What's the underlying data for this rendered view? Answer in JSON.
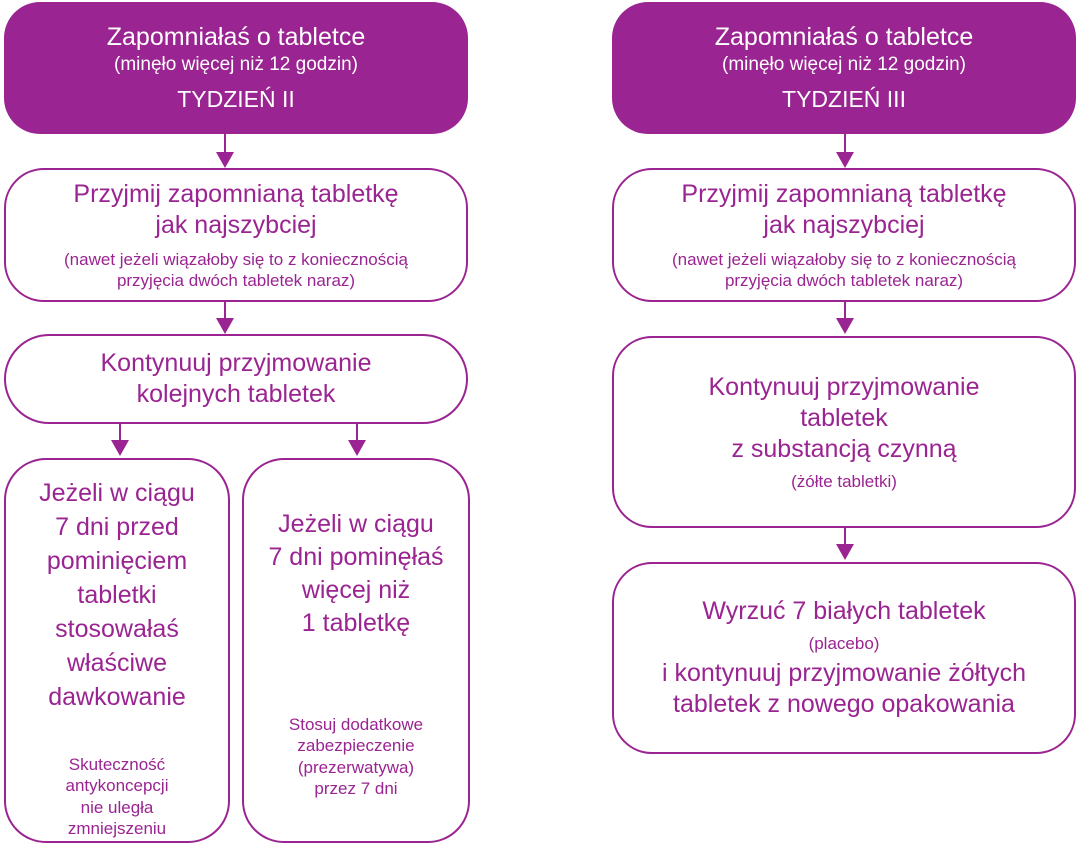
{
  "colors": {
    "accent": "#9a2491",
    "background": "#ffffff",
    "header_text": "#ffffff"
  },
  "left": {
    "header": {
      "title": "Zapomniałaś o tabletce",
      "subtitle": "(minęło więcej niż 12 godzin)",
      "week": "TYDZIEŃ II"
    },
    "take_missed": {
      "line1": "Przyjmij zapomnianą tabletkę",
      "line2": "jak najszybciej",
      "note1": "(nawet jeżeli wiązałoby się to z koniecznością",
      "note2": "przyjęcia dwóch tabletek naraz)"
    },
    "continue": {
      "line1": "Kontynuuj przyjmowanie",
      "line2": "kolejnych tabletek"
    },
    "branch_a": {
      "l1": "Jeżeli w ciągu",
      "l2": "7 dni przed",
      "l3": "pominięciem",
      "l4": "tabletki",
      "l5": "stosowałaś",
      "l6": "właściwe",
      "l7": "dawkowanie",
      "r1": "Skuteczność",
      "r2": "antykoncepcji",
      "r3": "nie uległa",
      "r4": "zmniejszeniu"
    },
    "branch_b": {
      "l1": "Jeżeli w ciągu",
      "l2": "7 dni pominęłaś",
      "l3": "więcej niż",
      "l4": "1 tabletkę",
      "r1": "Stosuj dodatkowe",
      "r2": "zabezpieczenie",
      "r3": "(prezerwatywa)",
      "r4": "przez 7 dni"
    }
  },
  "right": {
    "header": {
      "title": "Zapomniałaś o tabletce",
      "subtitle": "(minęło więcej niż 12 godzin)",
      "week": "TYDZIEŃ III"
    },
    "take_missed": {
      "line1": "Przyjmij zapomnianą tabletkę",
      "line2": "jak najszybciej",
      "note1": "(nawet jeżeli wiązałoby się to z koniecznością",
      "note2": "przyjęcia dwóch tabletek naraz)"
    },
    "continue": {
      "line1": "Kontynuuj przyjmowanie",
      "line2": "tabletek",
      "line3": "z substancją czynną",
      "note": "(żółte tabletki)"
    },
    "discard": {
      "line1": "Wyrzuć 7 białych tabletek",
      "note": "(placebo)",
      "line2": "i kontynuuj przyjmowanie żółtych",
      "line3": "tabletek z nowego opakowania"
    }
  }
}
